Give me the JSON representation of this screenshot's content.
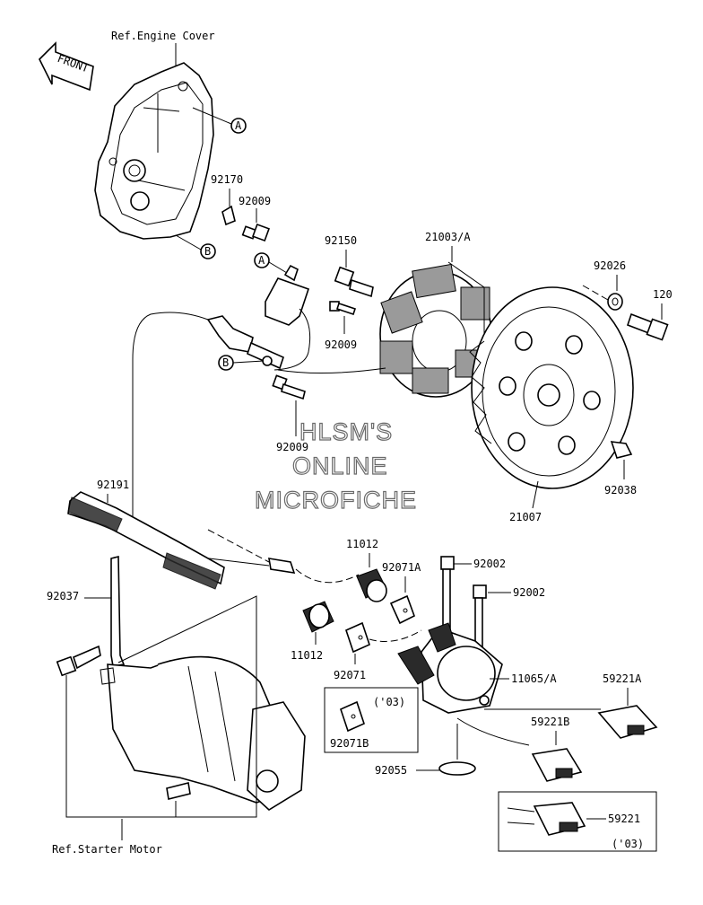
{
  "direction_label": "FRONT",
  "refs": {
    "engine_cover": "Ref.Engine Cover",
    "starter_motor": "Ref.Starter Motor"
  },
  "markers": {
    "a": "A",
    "b": "B"
  },
  "parts": {
    "p92170": "92170",
    "p92009_top": "92009",
    "p92150": "92150",
    "p21003": "21003/A",
    "p92026": "92026",
    "p120": "120",
    "p92009_mid": "92009",
    "p92009_low": "92009",
    "p92038": "92038",
    "p21007": "21007",
    "p92191": "92191",
    "p11012_top": "11012",
    "p92071a": "92071A",
    "p92002_a": "92002",
    "p92002_b": "92002",
    "p92037": "92037",
    "p11012_low": "11012",
    "p92071": "92071",
    "p11065": "11065/A",
    "p59221a": "59221A",
    "p92071b": "92071B",
    "p59221b": "59221B",
    "p92055": "92055",
    "p59221": "59221"
  },
  "notes": {
    "year_03_a": "('03)",
    "year_03_b": "('03)"
  },
  "watermark": {
    "line1": "HLSM'S",
    "line2": "ONLINE",
    "line3": "MICROFICHE"
  }
}
